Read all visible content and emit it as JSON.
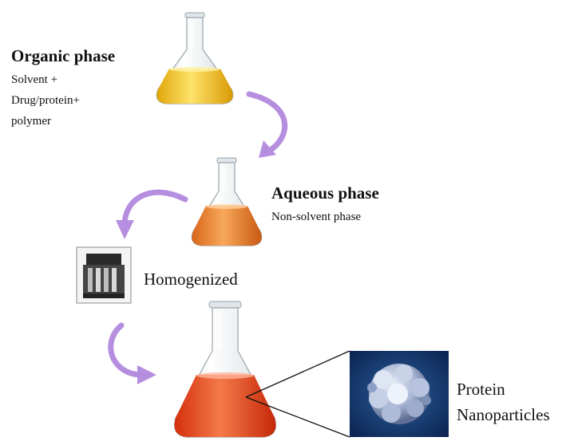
{
  "organic": {
    "title": "Organic phase",
    "line1": "Solvent +",
    "line2": "Drug/protein+",
    "line3": "polymer",
    "liquid_color": "#f2c21b"
  },
  "aqueous": {
    "title": "Aqueous phase",
    "line1": "Non-solvent phase",
    "liquid_color": "#ee8a2c"
  },
  "homogenized": {
    "label": "Homogenized"
  },
  "product": {
    "line1": "Protein",
    "line2": "Nanoparticles",
    "liquid_color": "#e8431c"
  },
  "arrow_color": "#b68ee0"
}
